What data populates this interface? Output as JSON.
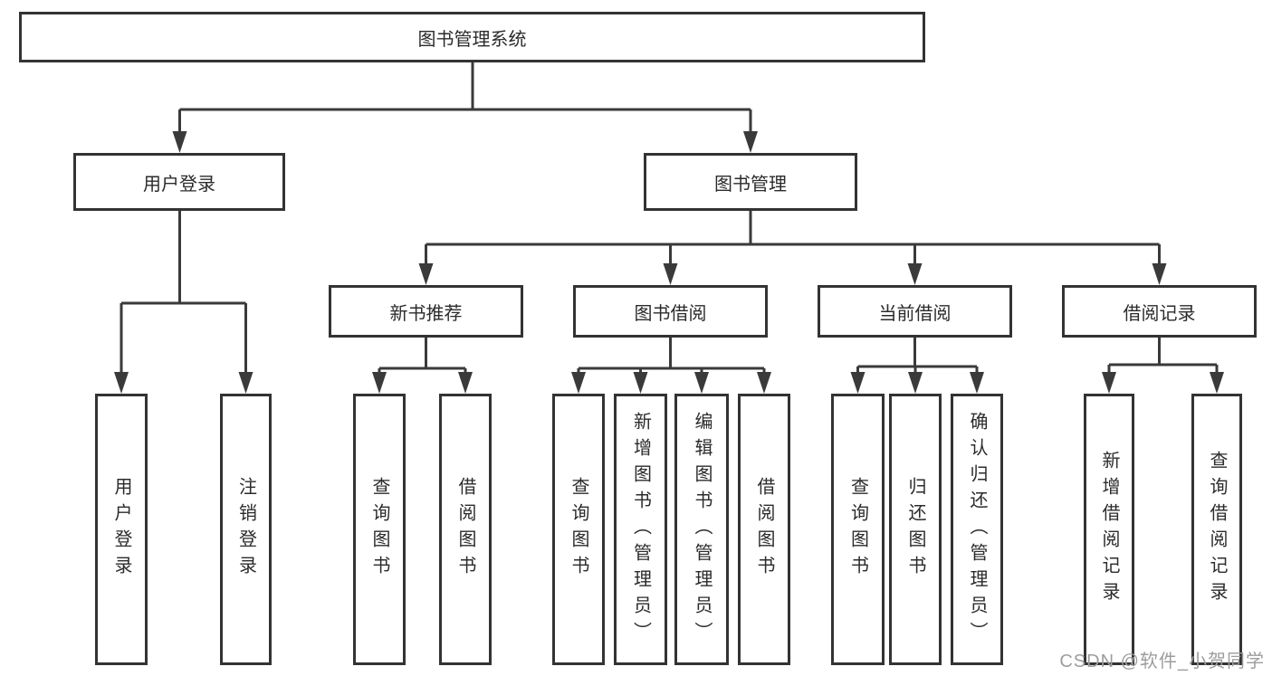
{
  "diagram": {
    "root": "图书管理系统",
    "children": [
      {
        "label": "用户登录",
        "children": [
          "用户登录",
          "注销登录"
        ]
      },
      {
        "label": "图书管理",
        "children": [
          {
            "label": "新书推荐",
            "children": [
              "查询图书",
              "借阅图书"
            ]
          },
          {
            "label": "图书借阅",
            "children": [
              "查询图书",
              "新增图书（管理员）",
              "编辑图书（管理员）",
              "借阅图书"
            ]
          },
          {
            "label": "当前借阅",
            "children": [
              "查询图书",
              "归还图书",
              "确认归还（管理员）"
            ]
          },
          {
            "label": "借阅记录",
            "children": [
              "新增借阅记录",
              "查询借阅记录"
            ]
          }
        ]
      }
    ]
  },
  "watermark": {
    "text": "CSDN @软件_小贺同学"
  },
  "colors": {
    "line": "#3a3a3a",
    "box_border": "#333333",
    "text": "#2b2b2b",
    "watermark": "#9d9d9d",
    "background": "#ffffff"
  }
}
